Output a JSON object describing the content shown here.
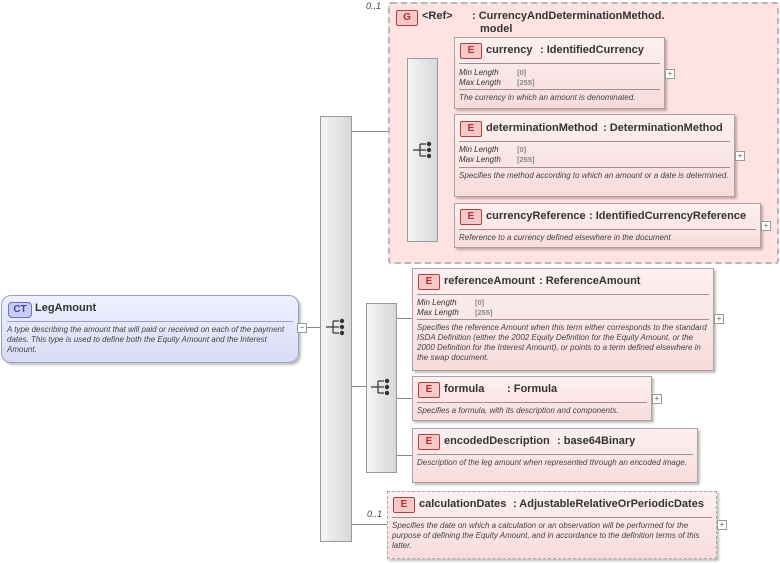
{
  "root": {
    "badge": "CT",
    "name": "LegAmount",
    "description": "A type describing the amount that will paid or received on each of the payment dates. This type is used to define both the Equity Amount and the Interest Amount."
  },
  "group": {
    "badge": "G",
    "occurs": "0..1",
    "ref_label": "<Ref>",
    "type_line1": ": CurrencyAndDeterminationMethod.",
    "type_line2": "model"
  },
  "labels": {
    "min_length": "Min Length",
    "max_length": "Max Length"
  },
  "elements": {
    "currency": {
      "badge": "E",
      "name": "currency",
      "type": ": IdentifiedCurrency",
      "min": "[0]",
      "max": "[255]",
      "description": "The currency in which an amount is denominated."
    },
    "determinationMethod": {
      "badge": "E",
      "name": "determinationMethod",
      "type": ": DeterminationMethod",
      "min": "[0]",
      "max": "[255]",
      "description": "Specifies the method according to which an amount or a date is determined."
    },
    "currencyReference": {
      "badge": "E",
      "name": "currencyReference",
      "type": ": IdentifiedCurrencyReference",
      "description": "Reference to a currency defined elsewhere in the document"
    },
    "referenceAmount": {
      "badge": "E",
      "name": "referenceAmount",
      "type": ": ReferenceAmount",
      "min": "[0]",
      "max": "[255]",
      "description": "Specifies the reference Amount when this term either corresponds to the standard ISDA Definition (either the 2002 Equity Definition for the Equity Amount, or the 2000 Definition for the Interest Amount), or points to a term defined elsewhere in the swap document."
    },
    "formula": {
      "badge": "E",
      "name": "formula",
      "type": ": Formula",
      "description": "Specifies a formula, with its description and components."
    },
    "encodedDescription": {
      "badge": "E",
      "name": "encodedDescription",
      "type": ": base64Binary",
      "description": "Description of the leg amount when represented through an encoded image."
    },
    "calculationDates": {
      "badge": "E",
      "occurs": "0..1",
      "name": "calculationDates",
      "type": ": AdjustableRelativeOrPeriodicDates",
      "description": "Specifies the date on which a calculation or an observation will be performed for the purpose of defining the Equity Amount, and in accordance to the definition terms of this latter."
    }
  },
  "icons": {
    "expand": "+",
    "collapse": "−"
  }
}
